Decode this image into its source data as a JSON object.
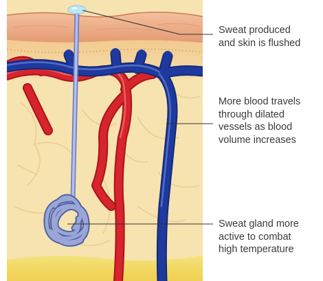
{
  "labels": {
    "sweat_produced": [
      "Sweat produced",
      "and skin is flushed"
    ],
    "blood_travels": [
      "More blood travels",
      "through dilated",
      "vessels as blood",
      "volume increases"
    ],
    "sweat_gland": [
      "Sweat gland more",
      "active to combat",
      "high temperature"
    ]
  },
  "colors": {
    "epidermis": "#e8a07a",
    "dermis": "#f2d9a8",
    "fat_tissue": "#f7e3b0",
    "artery": "#d8242c",
    "vein": "#1f3a9e",
    "sweat_duct": "#9aa7d6",
    "sweat_droplet": "#bfe6f5",
    "leader_line": "#333333",
    "text": "#3a3a3a"
  }
}
